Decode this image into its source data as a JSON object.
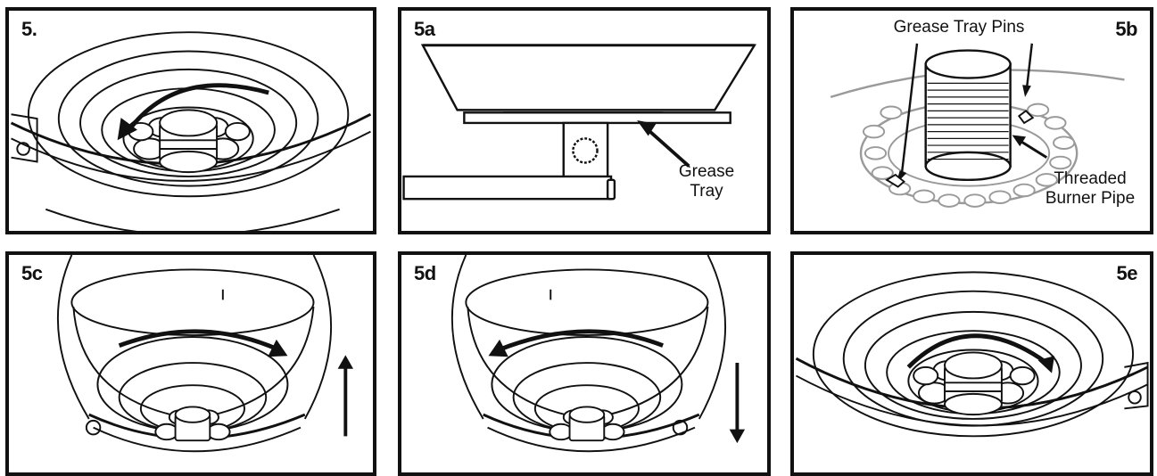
{
  "panels": {
    "p1": {
      "label": "5."
    },
    "p2": {
      "label": "5a",
      "callout_line1": "Grease",
      "callout_line2": "Tray"
    },
    "p3": {
      "label": "5b",
      "callout_pins": "Grease Tray Pins",
      "callout_pipe_line1": "Threaded",
      "callout_pipe_line2": "Burner Pipe"
    },
    "p4": {
      "label": "5c"
    },
    "p5": {
      "label": "5d"
    },
    "p6": {
      "label": "5e"
    }
  },
  "colors": {
    "ink": "#111111",
    "paper": "#ffffff",
    "light_gray": "#9a9a9a"
  }
}
